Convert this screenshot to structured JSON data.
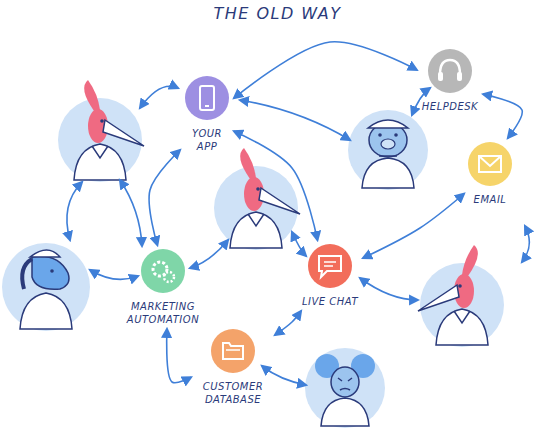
{
  "diagram": {
    "title": "THE OLD WAY",
    "nodes": [
      {
        "text": [
          "YOUR APP"
        ]
      },
      {
        "text": [
          "HELPDESK"
        ]
      },
      {
        "text": [
          "EMAIL"
        ]
      },
      {
        "text": [
          "LIVE CHAT"
        ]
      },
      {
        "text": [
          "MARKETING AUTOMATION"
        ]
      },
      {
        "text": [
          "CUSTOMER DATABASE"
        ]
      }
    ],
    "edges": [
      {
        "from": 0,
        "to": 1,
        "arrow": "both"
      },
      {
        "from": 0,
        "to": 3,
        "arrow": "both"
      },
      {
        "from": 1,
        "to": 2,
        "arrow": "both"
      },
      {
        "from": 2,
        "to": 3,
        "arrow": "both"
      },
      {
        "from": 3,
        "to": 5,
        "arrow": "both"
      },
      {
        "from": 4,
        "to": 5,
        "arrow": "both"
      },
      {
        "from": 0,
        "to": 4,
        "arrow": "both"
      }
    ]
  }
}
